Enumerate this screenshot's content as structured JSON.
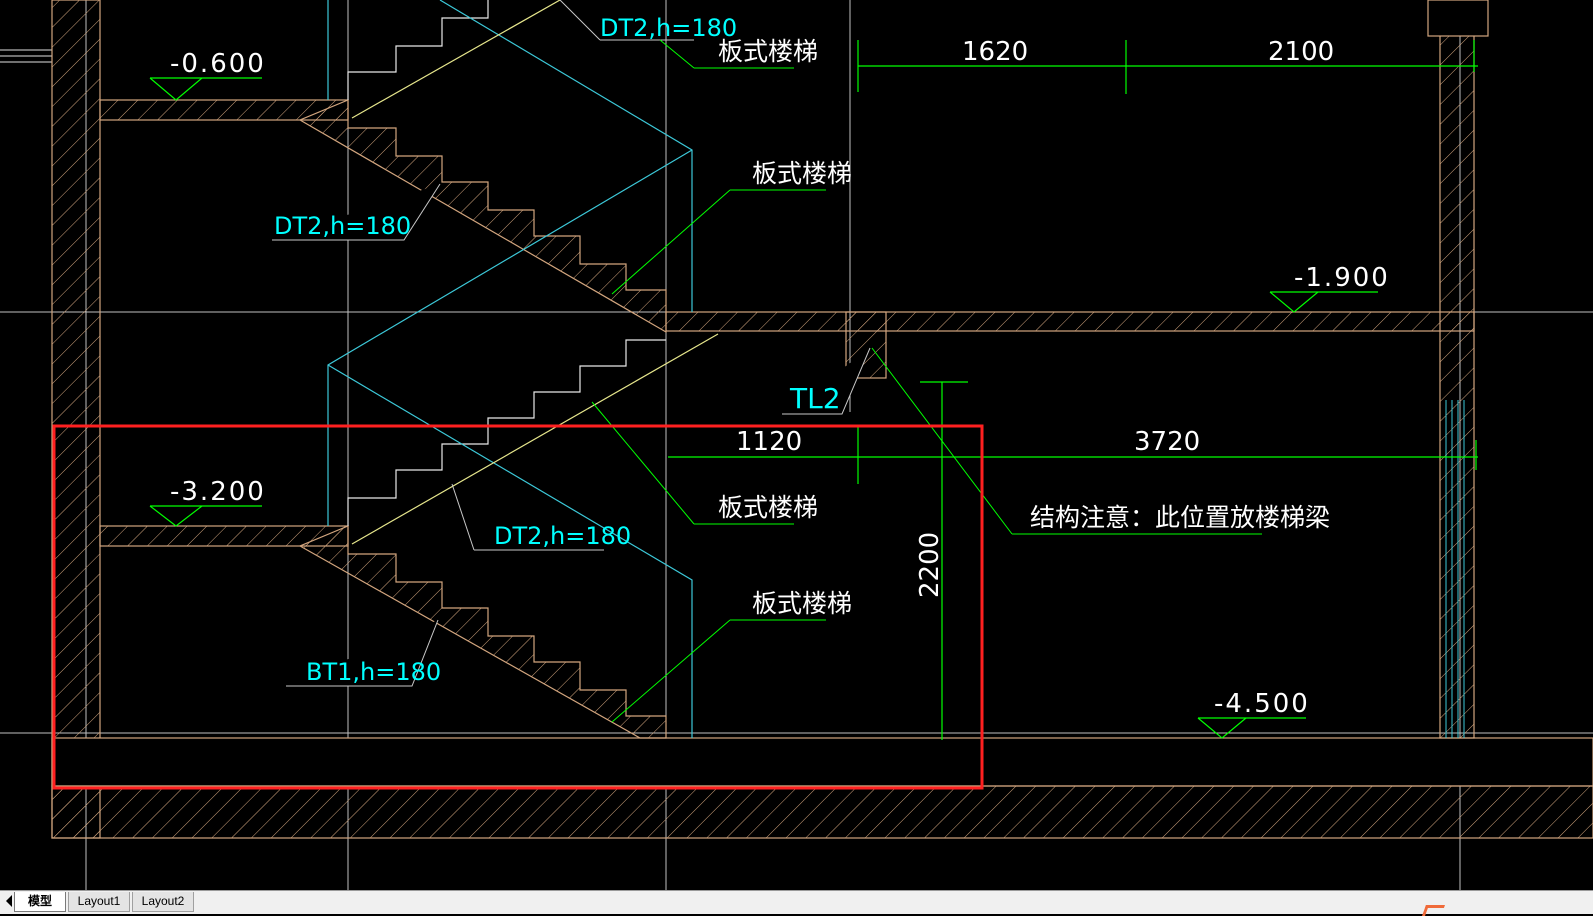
{
  "colors": {
    "background": "#000000",
    "wall": "#d2a57e",
    "dimension": "#00ff00",
    "label_cyan": "#00ffff",
    "outline_cyan": "#3cc8d8",
    "stair_diagonal": "#e6e68c",
    "leader": "#c8c8c8",
    "highlight_box": "#ff2020",
    "grid_line": "#c0c0c0",
    "text_white": "#ffffff"
  },
  "drawing": {
    "elevations": [
      "-0.600",
      "-1.900",
      "-3.200",
      "-4.500"
    ],
    "stair_labels": [
      "DT2,h=180",
      "DT2,h=180",
      "DT2,h=180",
      "BT1,h=180"
    ],
    "beam_label": "TL2",
    "stair_type_notes": [
      "板式楼梯",
      "板式楼梯",
      "板式楼梯",
      "板式楼梯"
    ],
    "dimensions": [
      "1620",
      "2100",
      "1120",
      "3720",
      "2200"
    ],
    "structure_note": "结构注意：此位置放楼梯梁"
  },
  "tabs": [
    {
      "label": "模型",
      "active": true
    },
    {
      "label": "Layout1",
      "active": false
    },
    {
      "label": "Layout2",
      "active": false
    }
  ]
}
